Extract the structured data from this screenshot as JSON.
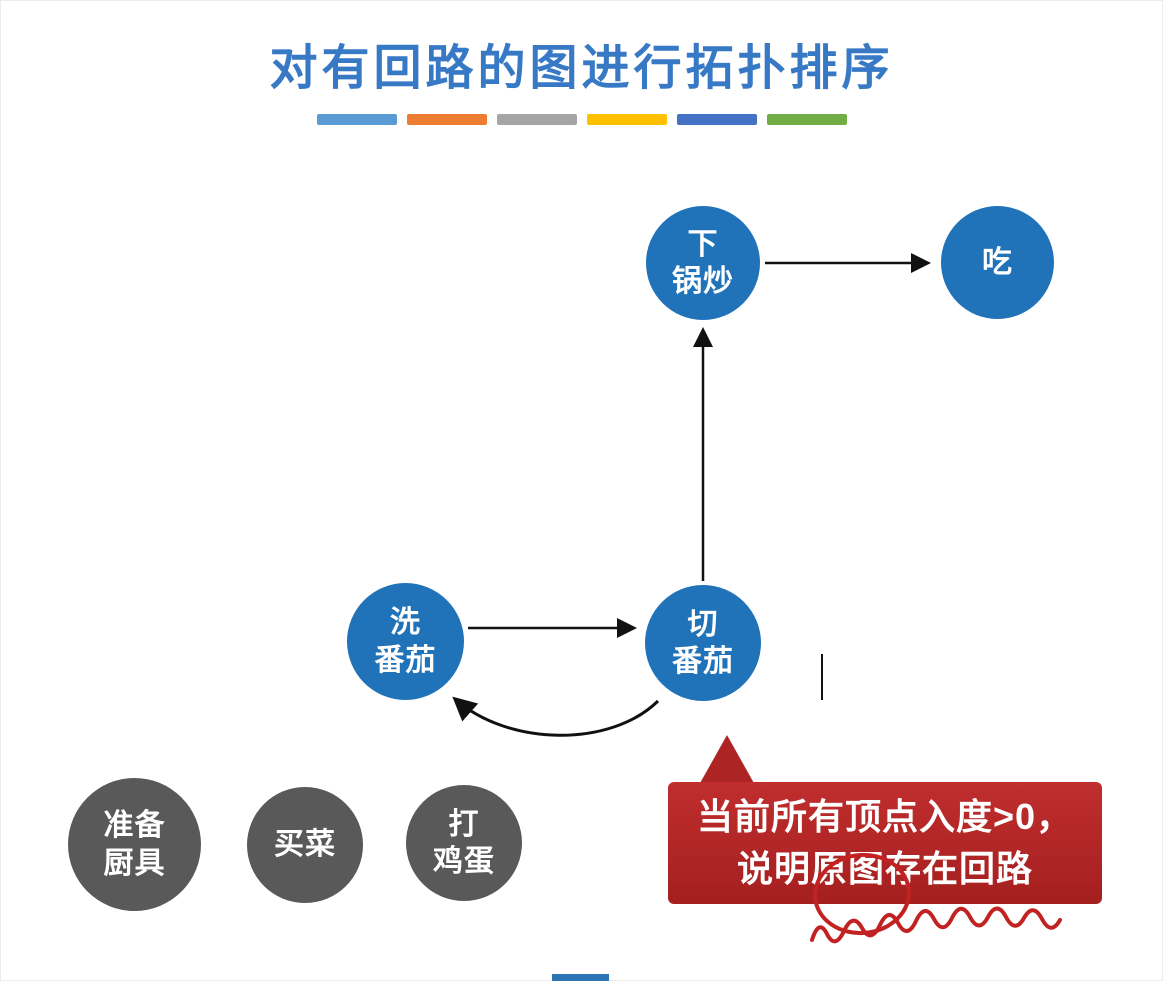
{
  "title": "对有回路的图进行拓扑排序",
  "divider": {
    "colors": [
      "#5B9BD5",
      "#ED7D31",
      "#A5A5A5",
      "#FFC000",
      "#4472C4",
      "#70AD47"
    ]
  },
  "colors": {
    "title": "#3879C5",
    "node_active": "#2173B9",
    "node_done": "#595959",
    "callout_bg": "#B42525",
    "annotation_pen": "#C22222",
    "bottom_bar": "#2E75B6",
    "edge": "#111111"
  },
  "graph": {
    "active_nodes": [
      {
        "id": "stir-fry",
        "label": "下\n锅炒"
      },
      {
        "id": "eat",
        "label": "吃"
      },
      {
        "id": "wash-tomato",
        "label": "洗\n番茄"
      },
      {
        "id": "cut-tomato",
        "label": "切\n番茄"
      }
    ],
    "done_nodes": [
      {
        "id": "prepare-kitchenware",
        "label": "准备\n厨具"
      },
      {
        "id": "buy-groceries",
        "label": "买菜"
      },
      {
        "id": "beat-eggs",
        "label": "打\n鸡蛋"
      }
    ],
    "edges": [
      {
        "from": "洗番茄",
        "to": "切番茄"
      },
      {
        "from": "切番茄",
        "to": "下锅炒"
      },
      {
        "from": "下锅炒",
        "to": "吃"
      },
      {
        "from": "切番茄",
        "to": "洗番茄",
        "note": "back-edge forming cycle"
      }
    ]
  },
  "callout": {
    "text": "当前所有顶点入度>0，\n说明原图存在回路"
  }
}
